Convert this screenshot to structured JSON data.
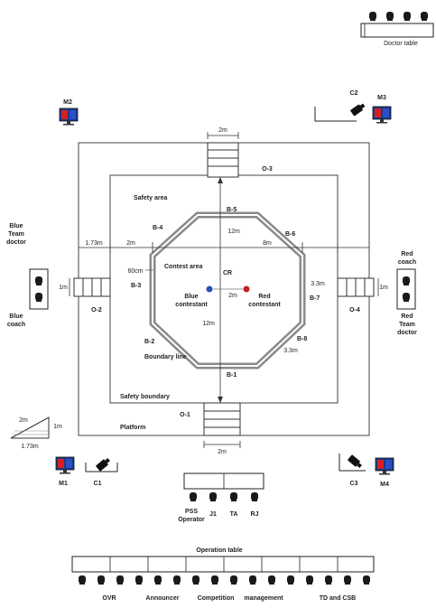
{
  "doctor_table": {
    "label": "Doctor table"
  },
  "monitors": {
    "m1": "M1",
    "m2": "M2",
    "m3": "M3",
    "m4": "M4"
  },
  "cameras": {
    "c1": "C1",
    "c2": "C2",
    "c3": "C3"
  },
  "platform": {
    "label": "Platform",
    "safety_boundary": "Safety boundary",
    "safety_area": "Safety area",
    "contest_area": "Contest area",
    "boundary_line": "Boundary line",
    "center": "CR",
    "stairs": {
      "o1": "O-1",
      "o2": "O-2",
      "o3": "O-3",
      "o4": "O-4"
    },
    "boundaries": {
      "b1": "B-1",
      "b2": "B-2",
      "b3": "B-3",
      "b4": "B-4",
      "b5": "B-5",
      "b6": "B-6",
      "b7": "B-7",
      "b8": "B-8"
    },
    "contestants": {
      "blue": [
        "Blue",
        "contestant"
      ],
      "red": [
        "Red",
        "contestant"
      ]
    }
  },
  "dimensions": {
    "stair_top": "2m",
    "stair_bottom": "2m",
    "left_platform": "1.73m",
    "left_safety": "2m",
    "vertical_12m_top": "12m",
    "right_8m": "8m",
    "vertical_12m_bottom": "12m",
    "contestant_gap": "2m",
    "side_60cm": "60cm",
    "side_3_3m": "3.3m",
    "diag_3_3m": "3.3m",
    "stair_left": "1m",
    "stair_right": "1m",
    "ramp_hyp": "2m",
    "ramp_height": "1m",
    "ramp_base": "1.73m"
  },
  "blue_side": {
    "doctor": [
      "Blue",
      "Team",
      "doctor"
    ],
    "coach": [
      "Blue",
      "coach"
    ]
  },
  "red_side": {
    "coach": [
      "Red",
      "coach"
    ],
    "doctor": [
      "Red",
      "Team",
      "doctor"
    ]
  },
  "judges_table": {
    "labels": [
      "PSS",
      "Operator",
      "J1",
      "TA",
      "RJ"
    ]
  },
  "operation_table": {
    "title": "Operation table",
    "sections": [
      "OVR",
      "Announcer",
      "Competition",
      "management",
      "TD and CSB"
    ]
  }
}
